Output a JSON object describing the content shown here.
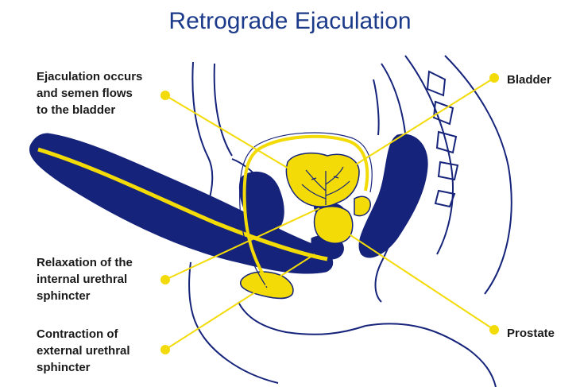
{
  "title": "Retrograde Ejaculation",
  "labels": {
    "ejaculation": "Ejaculation occurs\nand semen flows\nto the bladder",
    "bladder": "Bladder",
    "relaxation": "Relaxation of the\ninternal urethral\nsphincter",
    "contraction": "Contraction of\nexternal urethral\nsphincter",
    "prostate": "Prostate"
  },
  "colors": {
    "navy": "#15237a",
    "yellow": "#f3db08",
    "outline": "#15237a",
    "leader": "#f3db08"
  }
}
